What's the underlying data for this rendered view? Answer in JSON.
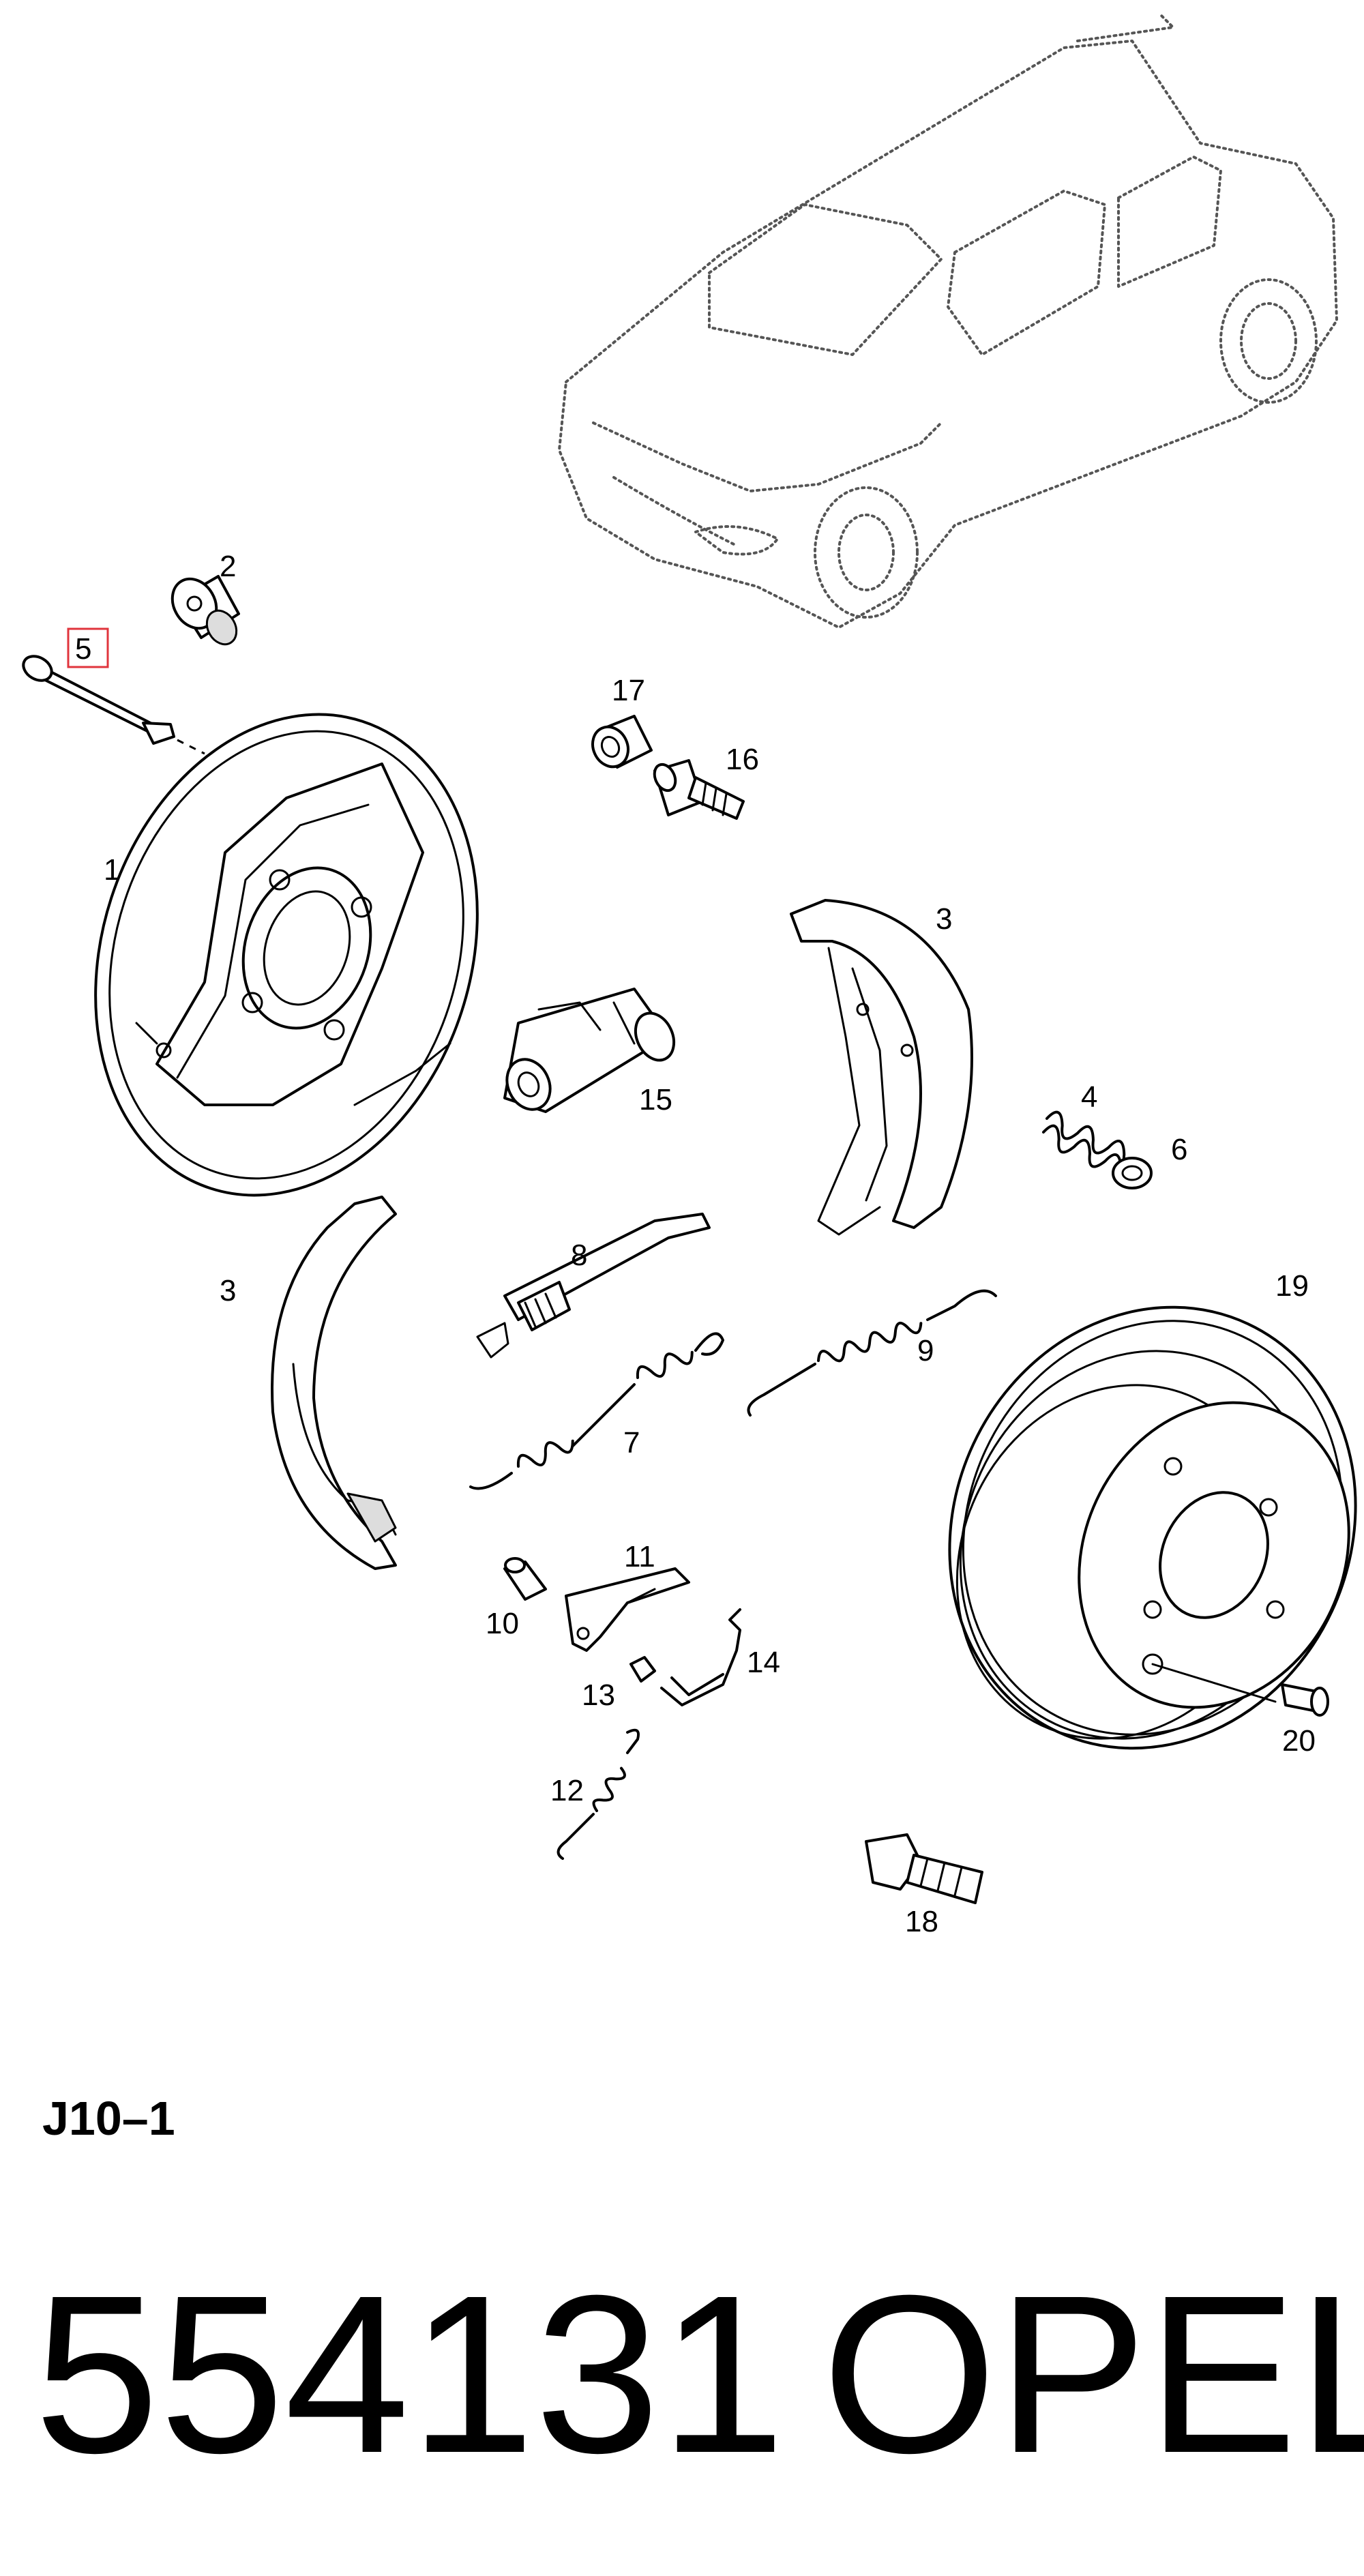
{
  "diagram": {
    "callouts": {
      "c1": "1",
      "c2": "2",
      "c3a": "3",
      "c3b": "3",
      "c4": "4",
      "c5": "5",
      "c6": "6",
      "c7": "7",
      "c8": "8",
      "c9": "9",
      "c10": "10",
      "c11": "11",
      "c12": "12",
      "c13": "13",
      "c14": "14",
      "c15": "15",
      "c16": "16",
      "c17": "17",
      "c18": "18",
      "c19": "19",
      "c20": "20"
    },
    "highlight_color": "#e0343c"
  },
  "footer": {
    "diagram_id": "J10–1",
    "part_number": "554131",
    "brand": "OPEL"
  }
}
